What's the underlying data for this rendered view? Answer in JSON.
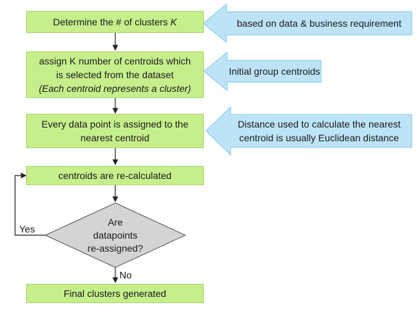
{
  "colors": {
    "process_box": "#c6ef8c",
    "process_border": "#a9d66c",
    "callout_fill": "#bde3f7",
    "callout_border": "#86c8ec",
    "decision_fill": "#d4d4d4",
    "decision_border": "#555555",
    "connector": "#222222"
  },
  "steps": [
    {
      "lines": [
        "Determine the # of clusters K"
      ]
    },
    {
      "lines": [
        "assign K number of centroids which",
        "is selected from the dataset",
        "(Each centroid represents a cluster)"
      ]
    },
    {
      "lines": [
        "Every data point is assigned to the",
        "nearest centroid"
      ]
    },
    {
      "lines": [
        "centroids are re-calculated"
      ]
    },
    {
      "lines": [
        "Final clusters generated"
      ]
    }
  ],
  "step1_parts": {
    "prefix": "Determine the # of clusters ",
    "var": "K"
  },
  "decision": {
    "lines": [
      "Are",
      "datapoints",
      "re-assigned?"
    ]
  },
  "branch_labels": {
    "yes": "Yes",
    "no": "No"
  },
  "callouts": [
    {
      "lines": [
        "based on data & business requirement"
      ]
    },
    {
      "lines": [
        "Initial group centroids"
      ]
    },
    {
      "lines": [
        "Distance used to calculate the nearest",
        "centroid is usually Euclidean distance"
      ]
    }
  ]
}
